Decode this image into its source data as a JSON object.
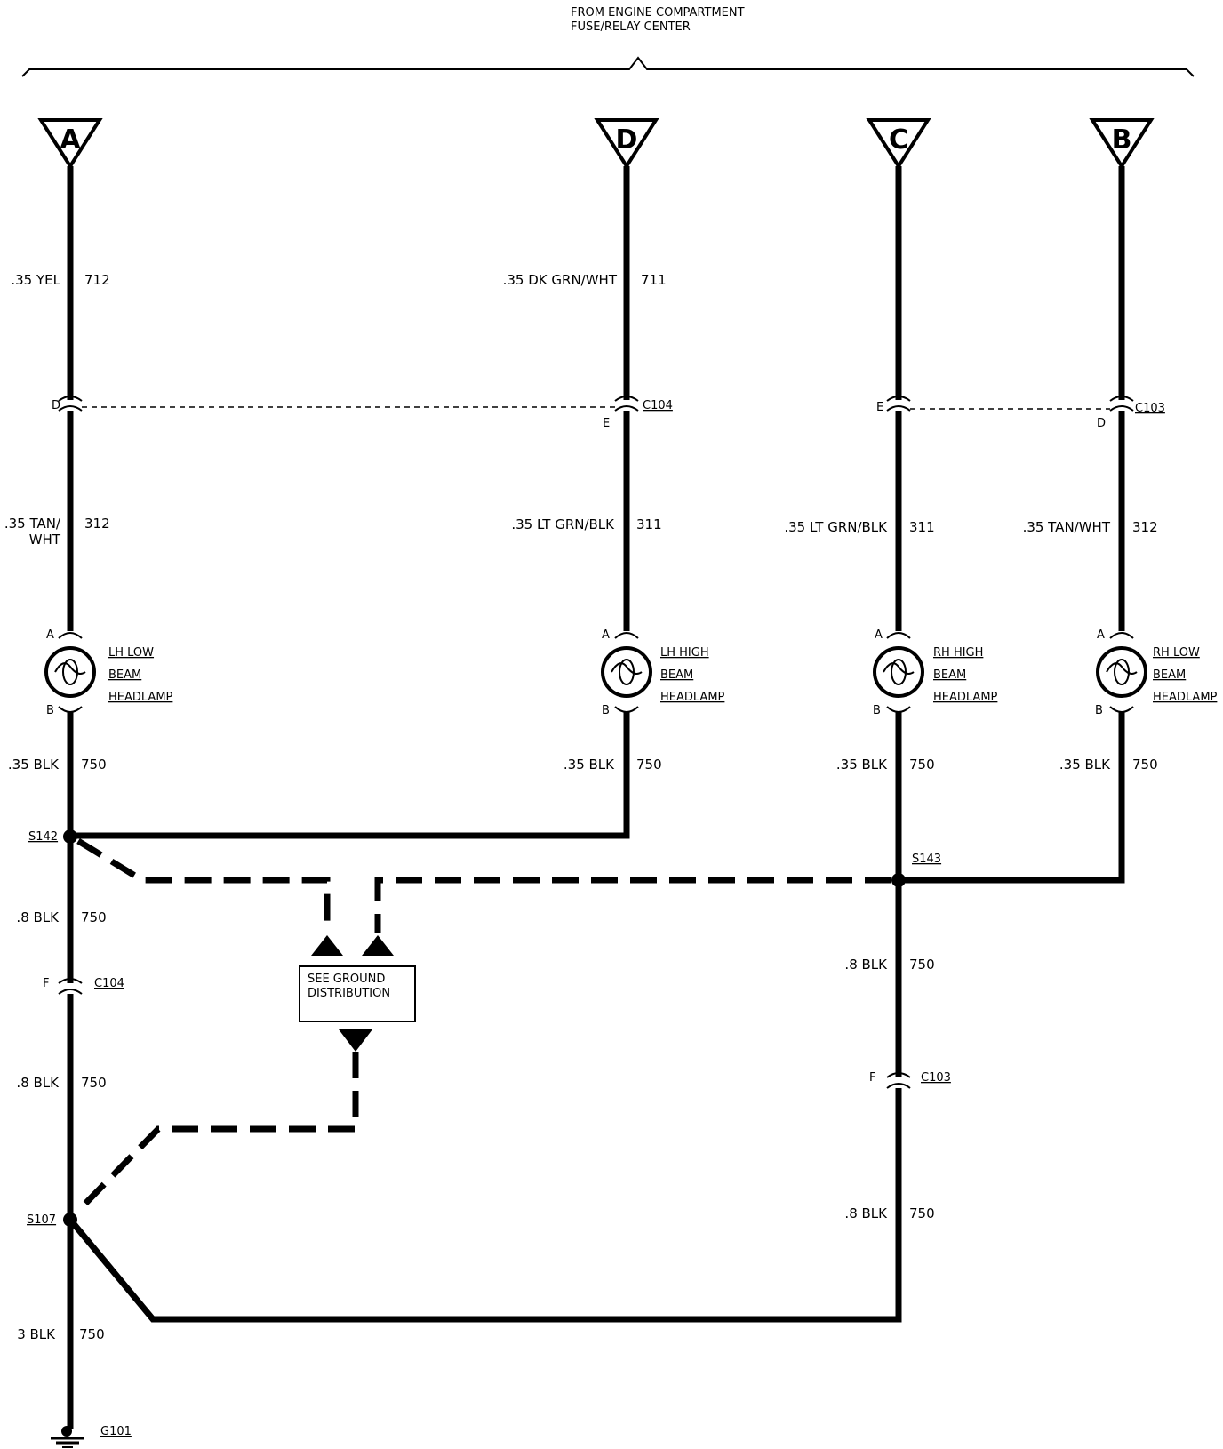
{
  "header": {
    "line1": "FROM ENGINE COMPARTMENT",
    "line2": "FUSE/RELAY CENTER"
  },
  "terminals": [
    {
      "id": "term-a",
      "letter": "A"
    },
    {
      "id": "term-d",
      "letter": "D"
    },
    {
      "id": "term-c",
      "letter": "C"
    },
    {
      "id": "term-b",
      "letter": "B"
    }
  ],
  "wires": [
    {
      "gauge_color": ".35 YEL",
      "circuit": "712"
    },
    {
      "gauge_color": ".35 DK GRN/WHT",
      "circuit": "711"
    },
    {
      "gauge_color_l1": ".35 TAN/",
      "gauge_color_l2": "WHT",
      "circuit": "312"
    },
    {
      "gauge_color": ".35 LT GRN/BLK",
      "circuit": "311"
    },
    {
      "gauge_color": ".35 LT GRN/BLK",
      "circuit": "311"
    },
    {
      "gauge_color": ".35 TAN/WHT",
      "circuit": "312"
    },
    {
      "gauge_color": ".35 BLK",
      "circuit": "750"
    },
    {
      "gauge_color": ".35 BLK",
      "circuit": "750"
    },
    {
      "gauge_color": ".35 BLK",
      "circuit": "750"
    },
    {
      "gauge_color": ".35 BLK",
      "circuit": "750"
    },
    {
      "gauge_color": ".8 BLK",
      "circuit": "750"
    },
    {
      "gauge_color": ".8 BLK",
      "circuit": "750"
    },
    {
      "gauge_color": ".8 BLK",
      "circuit": "750"
    },
    {
      "gauge_color": ".8 BLK",
      "circuit": "750"
    },
    {
      "gauge_color": "3 BLK",
      "circuit": "750"
    }
  ],
  "connectors": {
    "c104": "C104",
    "c103": "C103",
    "pins": {
      "d": "D",
      "e": "E",
      "f": "F",
      "a": "A",
      "b": "B"
    }
  },
  "headlamps": [
    {
      "l1": "LH LOW",
      "l2": "BEAM",
      "l3": "HEADLAMP"
    },
    {
      "l1": "LH HIGH",
      "l2": "BEAM",
      "l3": "HEADLAMP"
    },
    {
      "l1": "RH HIGH",
      "l2": "BEAM",
      "l3": "HEADLAMP"
    },
    {
      "l1": "RH LOW",
      "l2": "BEAM",
      "l3": "HEADLAMP"
    }
  ],
  "splices": {
    "s142": "S142",
    "s143": "S143",
    "s107": "S107"
  },
  "ground": {
    "g101": "G101"
  },
  "ground_box": {
    "l1": "SEE GROUND",
    "l2": "DISTRIBUTION"
  }
}
